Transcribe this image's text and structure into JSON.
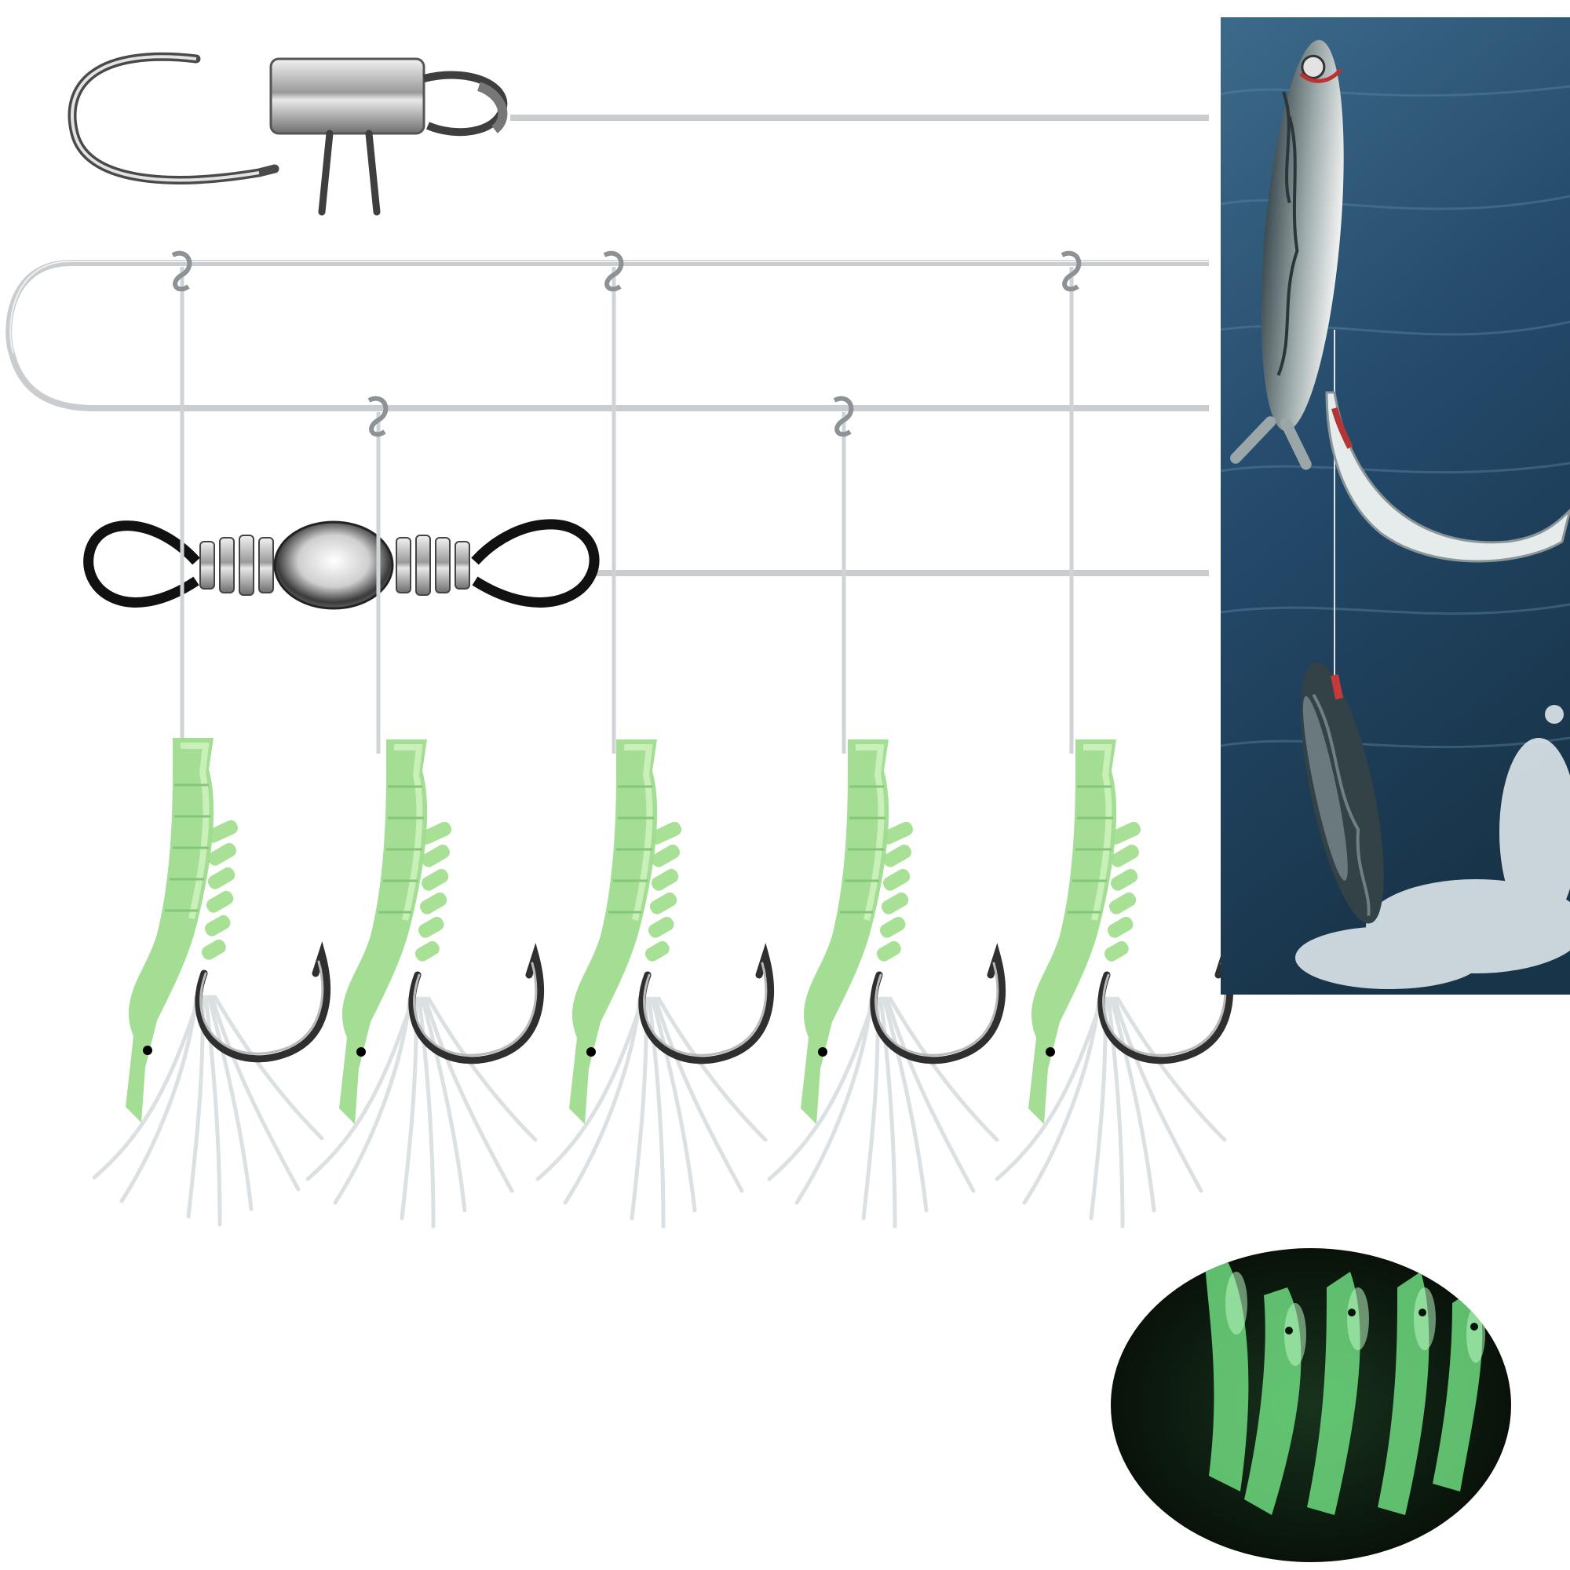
{
  "image": {
    "background": "#ffffff",
    "colors": {
      "line": "#cfd3d6",
      "lure_glow": "#9fdc8f",
      "lure_light": "#c8f0b8",
      "hook_metal": "#3b3b3b",
      "sea_dark": "#1d3a52",
      "sea_mid": "#2f5774",
      "night_bg": "#0c1a10",
      "night_glow": "#66d97a"
    },
    "items": [
      "snap-swivel",
      "barrel-swivel",
      "mainline",
      "shrimp-lure",
      "hook",
      "mackerel-photo",
      "glow-in-dark-inset"
    ],
    "lure_count": 5
  }
}
